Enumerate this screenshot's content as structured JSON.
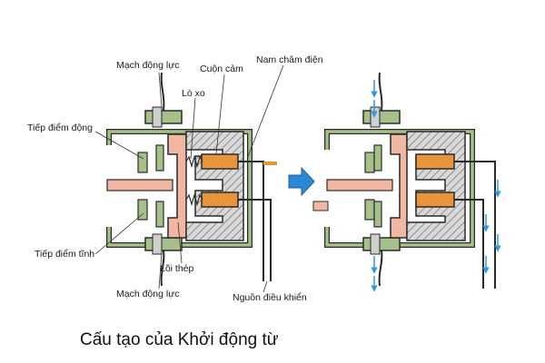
{
  "labels": {
    "mach_dong_luc_top": "Mạch động lực",
    "cuon_cam": "Cuộn cảm",
    "nam_cham_dien": "Nam châm điện",
    "lo_xo": "Lò xo",
    "tiep_diem_dong": "Tiếp điểm động",
    "tiep_diem_tinh": "Tiếp điểm tĩnh",
    "loi_thep": "Lõi thép",
    "mach_dong_luc_bottom": "Mạch động lực",
    "nguon_dieu_khien": "Nguồn điều khiển"
  },
  "caption": "Cấu tạo của Khởi động từ",
  "colors": {
    "frame_green": "#a7c08a",
    "frame_outline": "#2a2a2a",
    "armature_pink": "#f2b7a2",
    "core_hatch": "#8c8c8c",
    "coil_orange": "#e8943a",
    "arrow_blue": "#2b8ad6",
    "current_arrow": "#2b9be0"
  }
}
